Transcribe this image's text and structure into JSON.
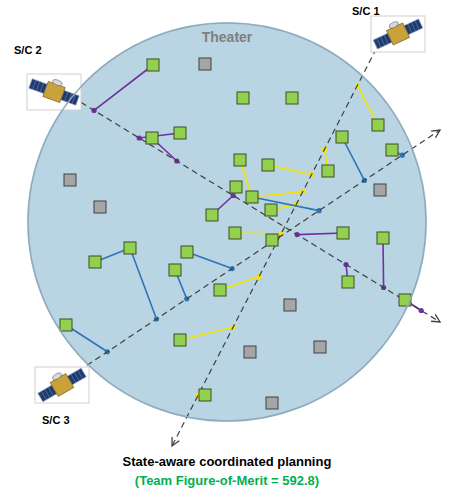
{
  "diagram": {
    "caption": "State-aware coordinated planning",
    "nodes": [
      {
        "text": [
          "Theater"
        ]
      }
    ],
    "labels": [
      "S/C 1",
      "S/C 2",
      "S/C 3",
      "(Team Figure-of-Merit = 592.8)"
    ]
  }
}
